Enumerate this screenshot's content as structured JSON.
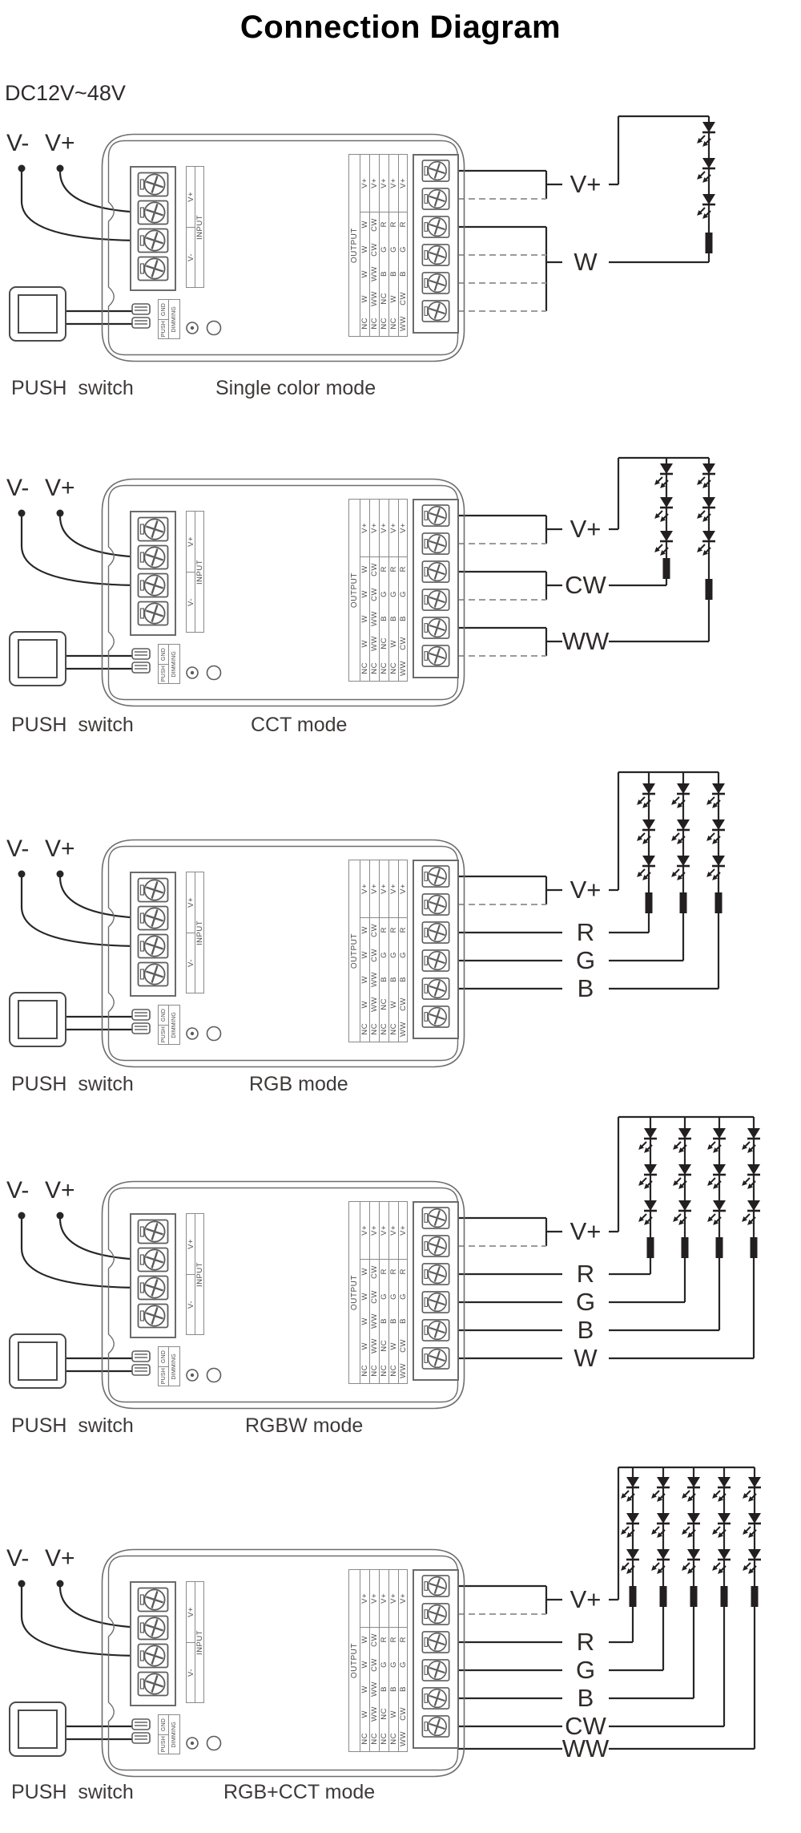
{
  "title": "Connection Diagram",
  "power_label": "DC12V~48V",
  "supply": {
    "v_minus": "V-",
    "v_plus": "V+"
  },
  "device": {
    "input_strip": {
      "header": "INPUT",
      "pins": [
        "V+",
        "V-"
      ]
    },
    "output_header": "OUTPUT",
    "output_table": {
      "columns": [
        [
          "V+",
          "W",
          "W",
          "W",
          "W",
          "NC"
        ],
        [
          "V+",
          "CW",
          "CW",
          "WW",
          "WW",
          "NC"
        ],
        [
          "V+",
          "R",
          "G",
          "B",
          "NC",
          "NC"
        ],
        [
          "V+",
          "R",
          "G",
          "B",
          "W",
          "NC"
        ],
        [
          "V+",
          "R",
          "G",
          "B",
          "CW",
          "WW"
        ]
      ]
    },
    "dimming": {
      "header": "DIMMING",
      "pins": [
        "GND",
        "PUSH"
      ]
    }
  },
  "diagrams": [
    {
      "mode": "Single color mode",
      "push_label": "PUSH  switch",
      "channels": [
        "V+",
        "W"
      ]
    },
    {
      "mode": "CCT mode",
      "push_label": "PUSH  switch",
      "channels": [
        "V+",
        "CW",
        "WW"
      ]
    },
    {
      "mode": "RGB mode",
      "push_label": "PUSH  switch",
      "channels": [
        "V+",
        "R",
        "G",
        "B"
      ]
    },
    {
      "mode": "RGBW mode",
      "push_label": "PUSH  switch",
      "channels": [
        "V+",
        "R",
        "G",
        "B",
        "W"
      ]
    },
    {
      "mode": "RGB+CCT mode",
      "push_label": "PUSH  switch",
      "channels": [
        "V+",
        "R",
        "G",
        "B",
        "CW",
        "WW"
      ]
    }
  ]
}
